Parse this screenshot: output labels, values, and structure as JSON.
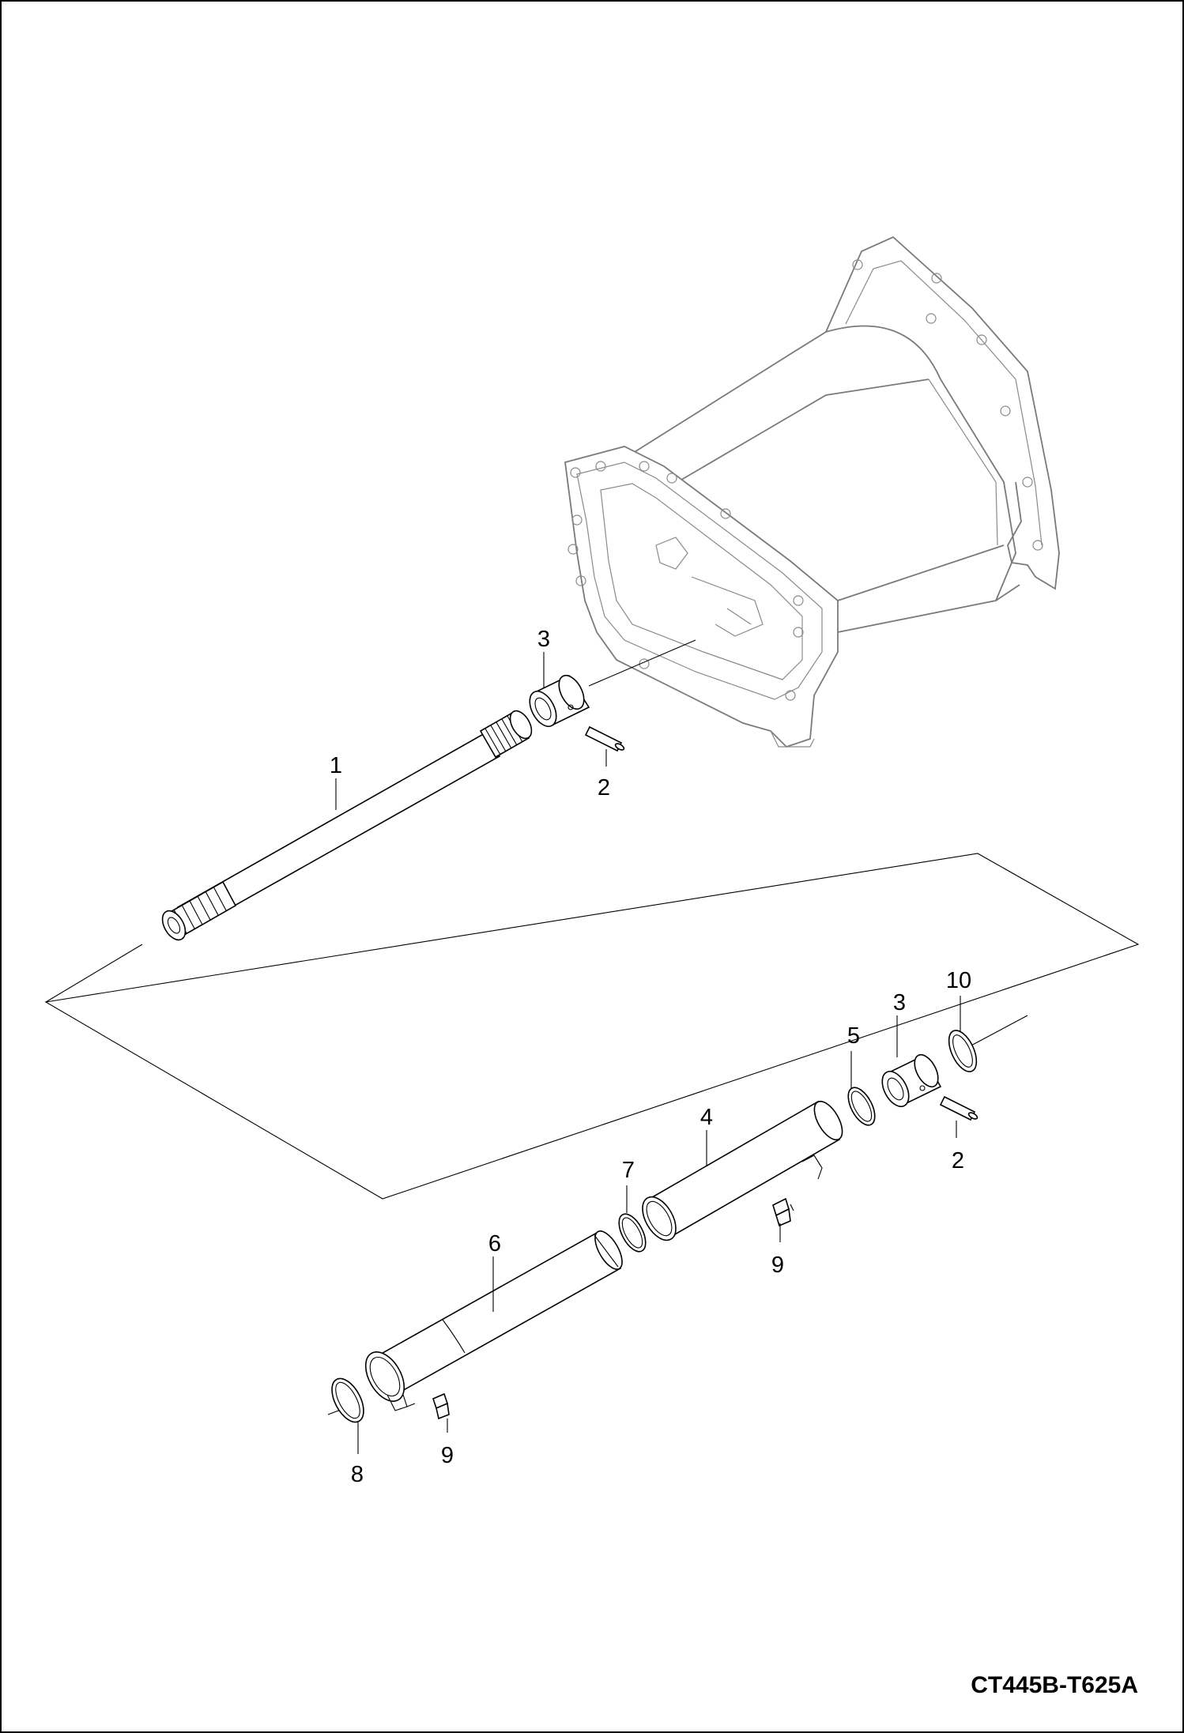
{
  "drawing_code": "CT445B-T625A",
  "callouts": {
    "shaft": "1",
    "pin_upper": "2",
    "coupler_upper": "3",
    "tube_front": "4",
    "o_ring_5": "5",
    "tube_rear": "6",
    "o_ring_7": "7",
    "o_ring_8": "8",
    "fitting_front": "9",
    "fitting_rear": "9",
    "snap_ring": "10",
    "coupler_lower": "3",
    "pin_lower": "2"
  }
}
